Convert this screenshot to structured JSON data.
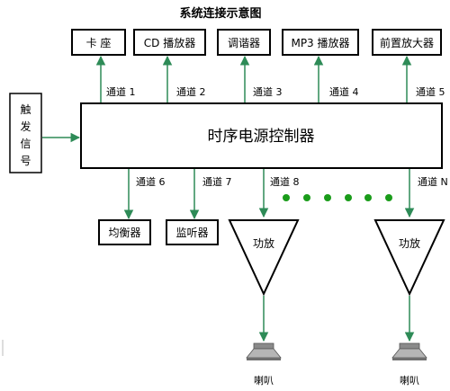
{
  "title": "系统连接示意图",
  "trigger": {
    "chars": [
      "触",
      "发",
      "信",
      "号"
    ]
  },
  "controller": {
    "label": "时序电源控制器"
  },
  "top_devices": [
    {
      "label": "卡 座",
      "channel": "通道 1"
    },
    {
      "label": "CD 播放器",
      "channel": "通道 2"
    },
    {
      "label": "调谐器",
      "channel": "通道 3"
    },
    {
      "label": "MP3 播放器",
      "channel": "通道 4"
    },
    {
      "label": "前置放大器",
      "channel": "通道 5"
    }
  ],
  "bottom_devices": [
    {
      "label": "均衡器",
      "channel": "通道 6"
    },
    {
      "label": "监听器",
      "channel": "通道 7"
    }
  ],
  "amplifiers": [
    {
      "label": "功放",
      "channel": "通道 8",
      "speaker": "喇叭"
    },
    {
      "label": "功放",
      "channel": "通道 N",
      "speaker": "喇叭"
    }
  ],
  "colors": {
    "connector": "#2e8b57",
    "dots": "#1a9c1a"
  }
}
